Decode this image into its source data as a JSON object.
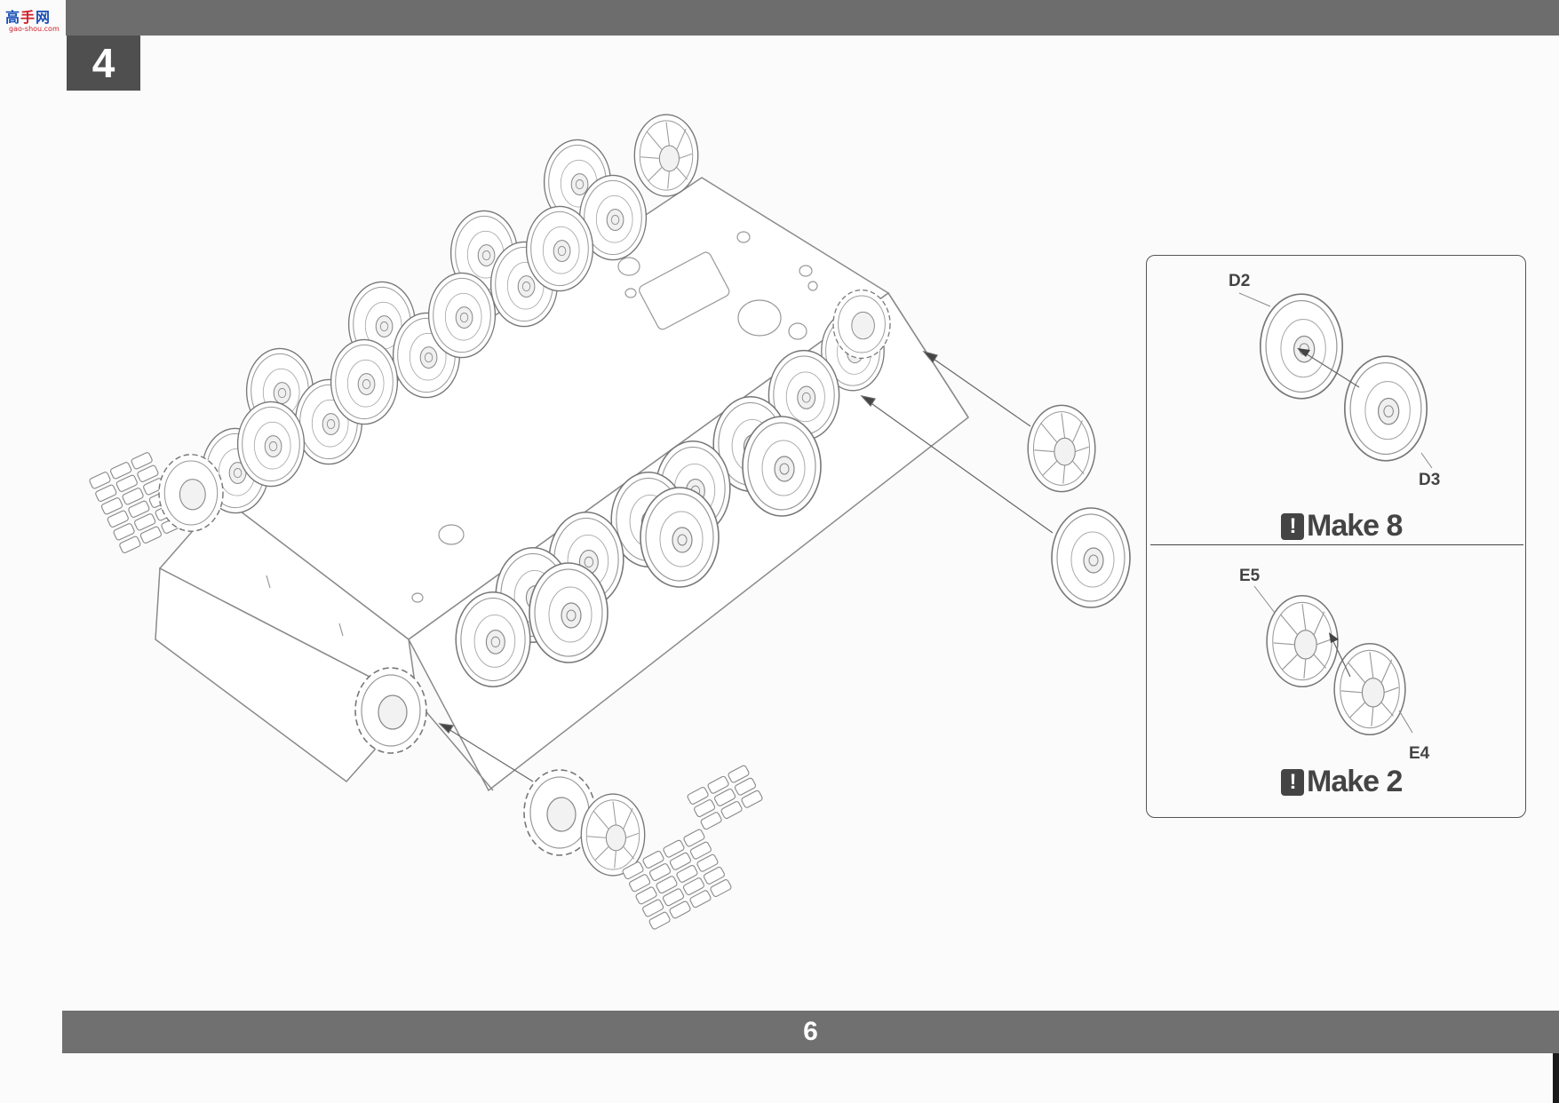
{
  "logo": {
    "text_a": "高",
    "text_b": "手",
    "text_c": "网",
    "url_text": "gao-shou.com"
  },
  "step": {
    "number": "4"
  },
  "page": {
    "number": "6"
  },
  "detail": {
    "top": {
      "label_front": "D2",
      "label_back": "D3",
      "make_text": "Make 8"
    },
    "bottom": {
      "label_front": "E5",
      "label_back": "E4",
      "make_text": "Make 2"
    },
    "warning_icon": "exclamation-icon"
  },
  "colors": {
    "bars": "#6d6d6d",
    "step_box": "#4f4f4f",
    "line": "#8a8a8a"
  }
}
